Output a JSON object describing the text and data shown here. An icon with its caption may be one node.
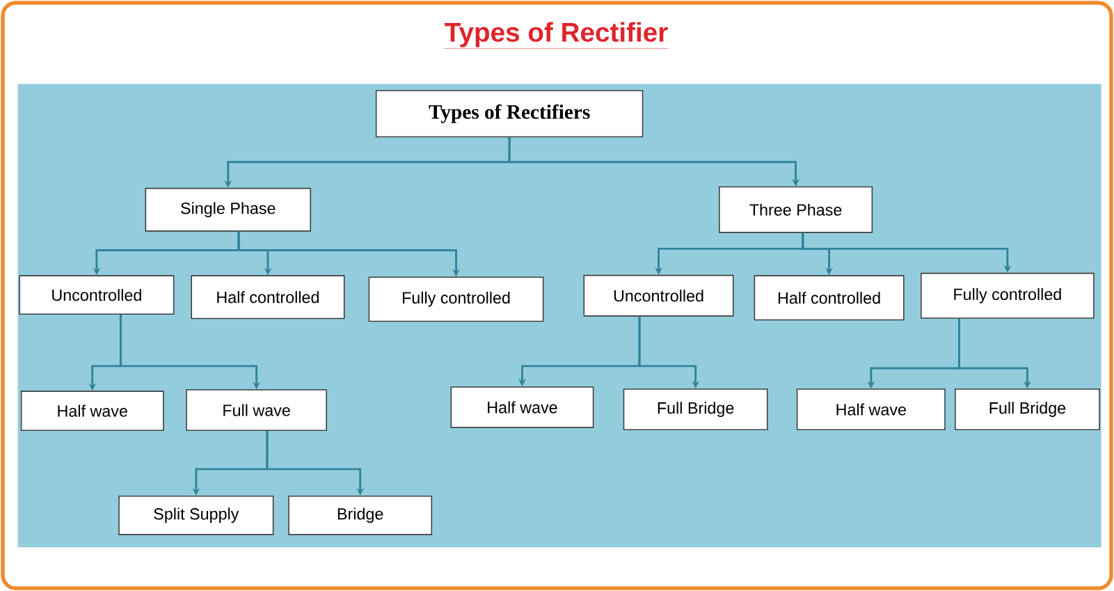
{
  "diagram": {
    "title": "Types of Rectifier",
    "nodes": [
      {
        "text": [
          "Types of Rectifiers"
        ]
      },
      {
        "text": [
          "Single Phase"
        ]
      },
      {
        "text": [
          "Three Phase"
        ]
      },
      {
        "text": [
          "Uncontrolled"
        ]
      },
      {
        "text": [
          "Half controlled"
        ]
      },
      {
        "text": [
          "Fully controlled"
        ]
      },
      {
        "text": [
          "Uncontrolled"
        ]
      },
      {
        "text": [
          "Half controlled"
        ]
      },
      {
        "text": [
          "Fully controlled"
        ]
      },
      {
        "text": [
          "Half wave"
        ]
      },
      {
        "text": [
          "Full wave"
        ]
      },
      {
        "text": [
          "Half wave"
        ]
      },
      {
        "text": [
          "Full Bridge"
        ]
      },
      {
        "text": [
          "Half wave"
        ]
      },
      {
        "text": [
          "Full Bridge"
        ]
      },
      {
        "text": [
          "Split Supply"
        ]
      },
      {
        "text": [
          "Bridge"
        ]
      }
    ],
    "edges": [
      {
        "from": 0,
        "to": 1,
        "arrow": "to"
      },
      {
        "from": 0,
        "to": 2,
        "arrow": "to"
      },
      {
        "from": 1,
        "to": 3,
        "arrow": "to"
      },
      {
        "from": 1,
        "to": 4,
        "arrow": "to"
      },
      {
        "from": 1,
        "to": 5,
        "arrow": "to"
      },
      {
        "from": 2,
        "to": 6,
        "arrow": "to"
      },
      {
        "from": 2,
        "to": 7,
        "arrow": "to"
      },
      {
        "from": 2,
        "to": 8,
        "arrow": "to"
      },
      {
        "from": 3,
        "to": 9,
        "arrow": "to"
      },
      {
        "from": 3,
        "to": 10,
        "arrow": "to"
      },
      {
        "from": 10,
        "to": 15,
        "arrow": "to"
      },
      {
        "from": 10,
        "to": 16,
        "arrow": "to"
      },
      {
        "from": 6,
        "to": 11,
        "arrow": "to"
      },
      {
        "from": 6,
        "to": 12,
        "arrow": "to"
      },
      {
        "from": 8,
        "to": 13,
        "arrow": "to"
      },
      {
        "from": 8,
        "to": 14,
        "arrow": "to"
      }
    ]
  }
}
